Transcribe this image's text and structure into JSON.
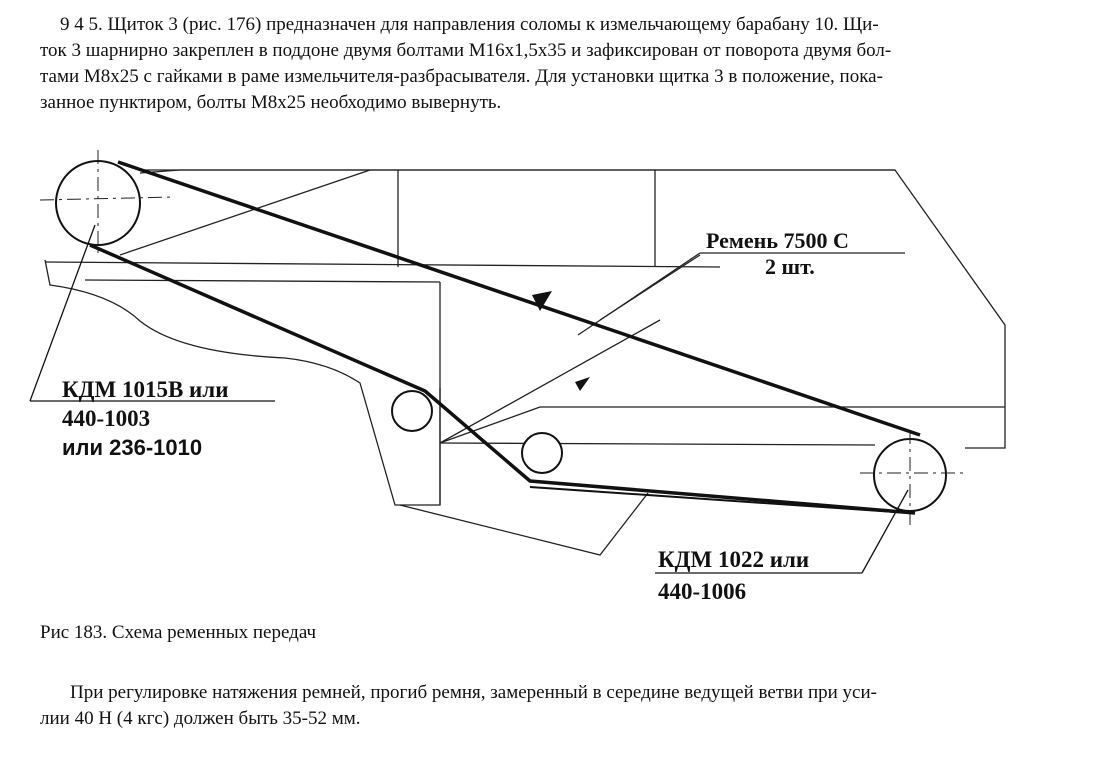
{
  "paragraph_top": {
    "lines": [
      "9 4 5. Щиток 3 (рис. 176) предназначен для направления соломы к измельчающему барабану 10. Щи-",
      "ток 3 шарнирно закреплен в поддоне двумя болтами М16х1,5х35 и зафиксирован от поворота двумя бол-",
      "тами М8х25 с гайками в раме измельчителя-разбрасывателя. Для установки щитка 3 в положение, пока-",
      "занное пунктиром, болты М8х25 необходимо вывернуть."
    ]
  },
  "diagram": {
    "belt_label_line1": "Ремень 7500 С",
    "belt_label_line2": "2 шт.",
    "left_label_line1": "КДМ 1015В или",
    "left_label_line2": "440-1003",
    "left_label_line3": "или 236-1010",
    "right_label_line1": "КДМ 1022 или",
    "right_label_line2": "440-1006"
  },
  "caption": "Рис 183. Схема ременных передач",
  "paragraph_bottom": {
    "lines": [
      "При регулировке натяжения ремней, прогиб ремня, замеренный в середине ведущей ветви при уси-",
      "лии 40 Н (4 кгс) должен быть 35-52 мм."
    ]
  }
}
